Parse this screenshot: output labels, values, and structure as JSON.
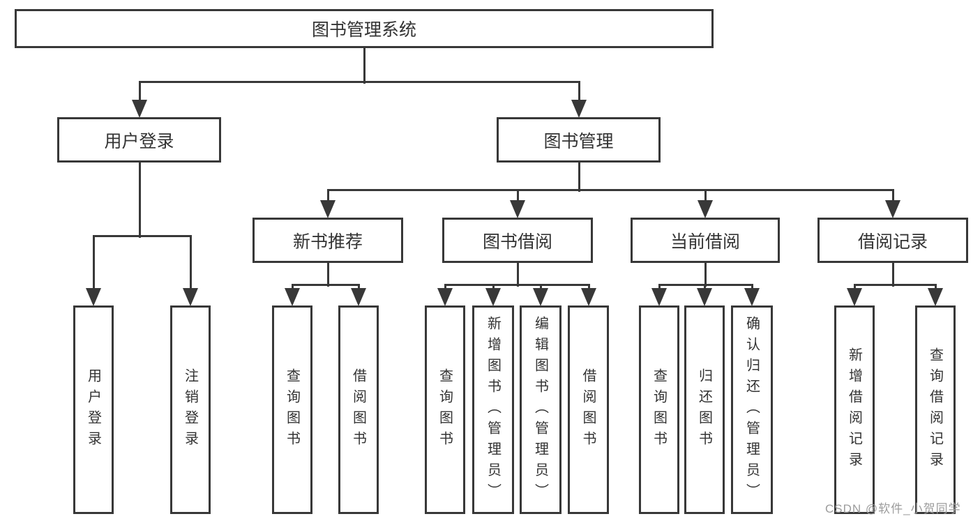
{
  "colors": {
    "line": "#383838",
    "text": "#333333",
    "box_bg": "#ffffff",
    "watermark": "#9c9c9c"
  },
  "watermark": {
    "text": "CSDN @软件_小贺同学"
  },
  "diagram": {
    "title": "图书管理系统",
    "nodes": [
      {
        "id": "root",
        "label": "图书管理系统",
        "parent": null,
        "orientation": "horizontal"
      },
      {
        "id": "user-login",
        "label": "用户登录",
        "parent": "root",
        "orientation": "horizontal"
      },
      {
        "id": "book-mgmt",
        "label": "图书管理",
        "parent": "root",
        "orientation": "horizontal"
      },
      {
        "id": "new-book",
        "label": "新书推荐",
        "parent": "book-mgmt",
        "orientation": "horizontal"
      },
      {
        "id": "book-borrow",
        "label": "图书借阅",
        "parent": "book-mgmt",
        "orientation": "horizontal"
      },
      {
        "id": "current-borrow",
        "label": "当前借阅",
        "parent": "book-mgmt",
        "orientation": "horizontal"
      },
      {
        "id": "borrow-record",
        "label": "借阅记录",
        "parent": "book-mgmt",
        "orientation": "horizontal"
      },
      {
        "id": "user-login-op",
        "label": "用户登录",
        "parent": "user-login",
        "orientation": "vertical"
      },
      {
        "id": "logout-op",
        "label": "注销登录",
        "parent": "user-login",
        "orientation": "vertical"
      },
      {
        "id": "query-book-1",
        "label": "查询图书",
        "parent": "new-book",
        "orientation": "vertical"
      },
      {
        "id": "borrow-book-1",
        "label": "借阅图书",
        "parent": "new-book",
        "orientation": "vertical"
      },
      {
        "id": "query-book-2",
        "label": "查询图书",
        "parent": "book-borrow",
        "orientation": "vertical"
      },
      {
        "id": "add-book",
        "label": "新增图书（管理员）",
        "parent": "book-borrow",
        "orientation": "vertical"
      },
      {
        "id": "edit-book",
        "label": "编辑图书（管理员）",
        "parent": "book-borrow",
        "orientation": "vertical"
      },
      {
        "id": "borrow-book-2",
        "label": "借阅图书",
        "parent": "book-borrow",
        "orientation": "vertical"
      },
      {
        "id": "query-book-3",
        "label": "查询图书",
        "parent": "current-borrow",
        "orientation": "vertical"
      },
      {
        "id": "return-book",
        "label": "归还图书",
        "parent": "current-borrow",
        "orientation": "vertical"
      },
      {
        "id": "confirm-return",
        "label": "确认归还（管理员）",
        "parent": "current-borrow",
        "orientation": "vertical"
      },
      {
        "id": "add-record",
        "label": "新增借阅记录",
        "parent": "borrow-record",
        "orientation": "vertical"
      },
      {
        "id": "query-record",
        "label": "查询借阅记录",
        "parent": "borrow-record",
        "orientation": "vertical"
      }
    ]
  }
}
